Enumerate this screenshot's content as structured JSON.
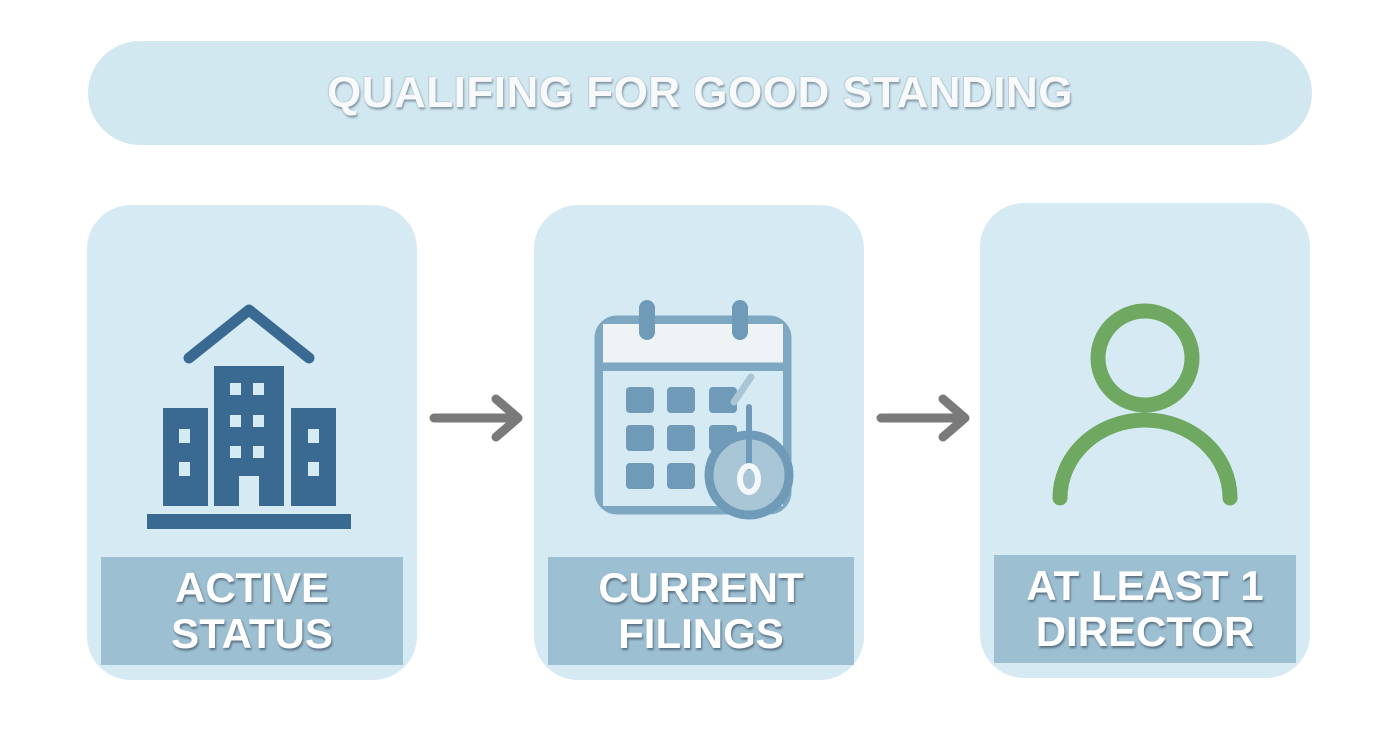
{
  "header": {
    "title": "QUALIFING FOR GOOD STANDING"
  },
  "steps": [
    {
      "icon": "building-icon",
      "label_lines": [
        "ACTIVE",
        "STATUS"
      ]
    },
    {
      "icon": "calendar-clock-icon",
      "label_lines": [
        "CURRENT",
        "FILINGS"
      ]
    },
    {
      "icon": "person-icon",
      "label_lines": [
        "AT LEAST 1",
        "DIRECTOR"
      ]
    }
  ],
  "connectors": [
    {
      "icon": "arrow-right-icon"
    },
    {
      "icon": "arrow-right-icon"
    }
  ],
  "colors": {
    "title_bg": "#d2e8f1",
    "card_bg": "#d6eaf3",
    "label_bg": "#9dbfd2",
    "building": "#3a6a92",
    "calendar": "#7ea8c2",
    "person": "#6fa860",
    "arrow": "#7a7a7a"
  }
}
